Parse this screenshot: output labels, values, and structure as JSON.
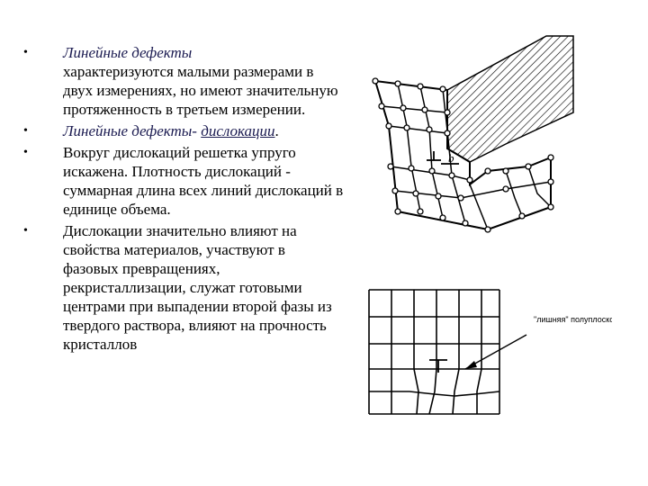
{
  "bullets": [
    {
      "lead": "Линейные дефекты",
      "text": "характеризуются малыми размерами в двух измерениях, но имеют значительную протяженность в третьем измерении."
    },
    {
      "lead": "Линейные дефекты- ",
      "link": "дислокации",
      "tail": "."
    },
    {
      "text": "Вокруг дислокаций решетка упруго искажена. Плотность дислокаций - суммарная длина всех линий дислокаций в единице объема."
    },
    {
      "text": "Дислокации значительно влияют на свойства материалов, участвуют в фазовых превращениях, рекристаллизации, служат готовыми центрами при выпадении второй фазы из твердого раствора, влияют на прочность кристаллов"
    }
  ],
  "figure_top": {
    "label": "b"
  },
  "figure_bottom": {
    "callout": "\"лишняя\" полуплоскость"
  },
  "colors": {
    "text": "#000000",
    "italic": "#1a1a50"
  }
}
